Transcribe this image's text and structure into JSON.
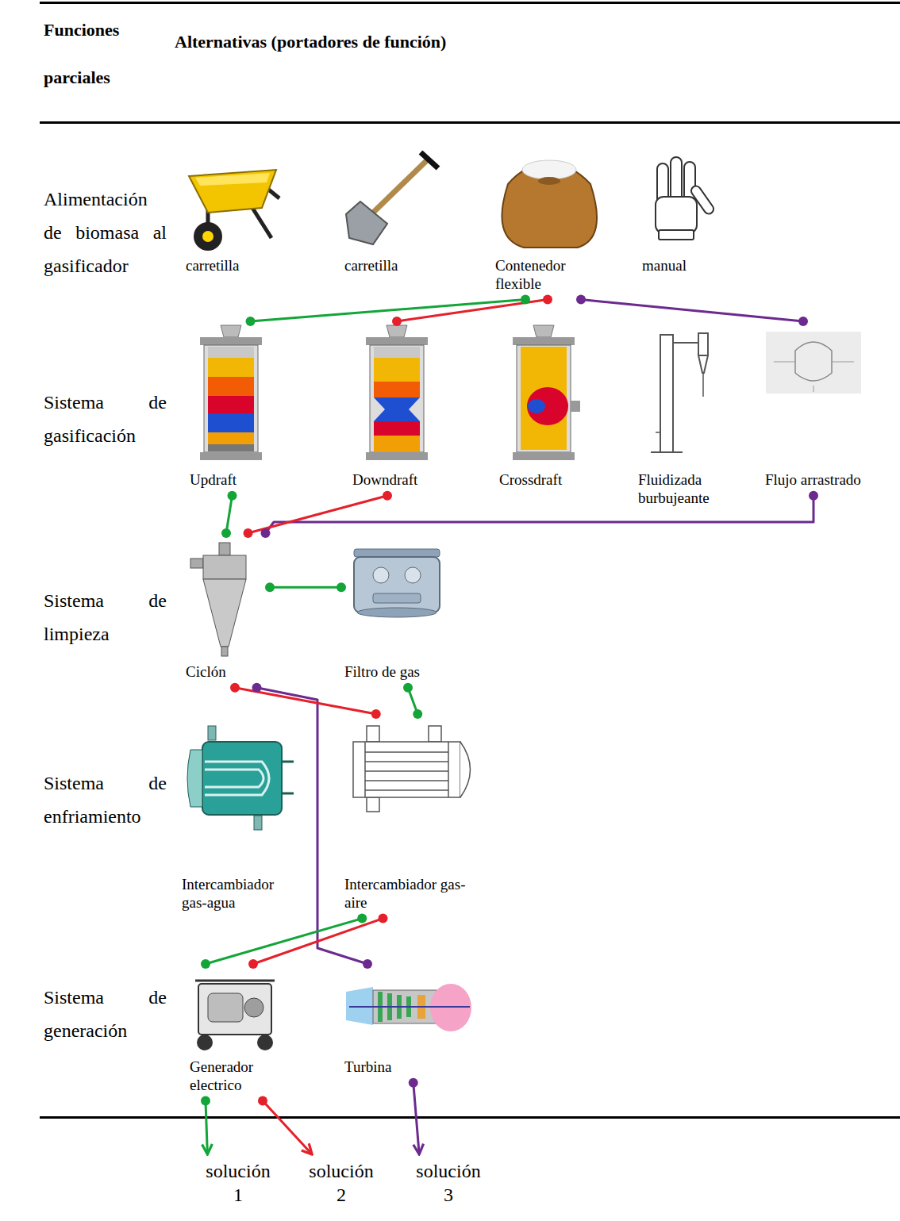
{
  "diagram": {
    "nodes": [
      {
        "text": [
          "carretilla"
        ]
      },
      {
        "text": [
          "carretilla"
        ]
      },
      {
        "text": [
          "Contenedor flexible"
        ]
      },
      {
        "text": [
          "manual"
        ]
      },
      {
        "text": [
          "Updraft"
        ]
      },
      {
        "text": [
          "Downdraft"
        ]
      },
      {
        "text": [
          "Crossdraft"
        ]
      },
      {
        "text": [
          "Fluidizada burbujeante"
        ]
      },
      {
        "text": [
          "Flujo arrastrado"
        ]
      },
      {
        "text": [
          "Ciclón"
        ]
      },
      {
        "text": [
          "Filtro de gas"
        ]
      },
      {
        "text": [
          "Intercambiador gas-agua"
        ]
      },
      {
        "text": [
          "Intercambiador gas-aire"
        ]
      },
      {
        "text": [
          "Generador electrico"
        ]
      },
      {
        "text": [
          "Turbina"
        ]
      },
      {
        "text": [
          "solución 1"
        ]
      },
      {
        "text": [
          "solución 2"
        ]
      },
      {
        "text": [
          "solución 3"
        ]
      }
    ],
    "edges": [
      {
        "from": 2,
        "to": 4,
        "arrow": "none"
      },
      {
        "from": 4,
        "to": 9,
        "arrow": "none"
      },
      {
        "from": 9,
        "to": 10,
        "arrow": "none"
      },
      {
        "from": 10,
        "to": 12,
        "arrow": "none"
      },
      {
        "from": 12,
        "to": 13,
        "arrow": "none"
      },
      {
        "from": 13,
        "to": 15,
        "arrow": "to"
      },
      {
        "from": 2,
        "to": 5,
        "arrow": "none"
      },
      {
        "from": 5,
        "to": 9,
        "arrow": "none"
      },
      {
        "from": 9,
        "to": 12,
        "arrow": "none"
      },
      {
        "from": 12,
        "to": 13,
        "arrow": "none"
      },
      {
        "from": 13,
        "to": 16,
        "arrow": "to"
      },
      {
        "from": 2,
        "to": 8,
        "arrow": "none"
      },
      {
        "from": 8,
        "to": 9,
        "arrow": "none"
      },
      {
        "from": 9,
        "to": 14,
        "arrow": "none"
      },
      {
        "from": 14,
        "to": 17,
        "arrow": "to"
      }
    ],
    "labels": [
      "Funciones parciales",
      "Alternativas (portadores de función)",
      "Alimentación de biomasa al gasificador",
      "Sistema de gasificación",
      "Sistema de limpieza",
      "Sistema de enfriamiento",
      "Sistema de generación"
    ]
  }
}
